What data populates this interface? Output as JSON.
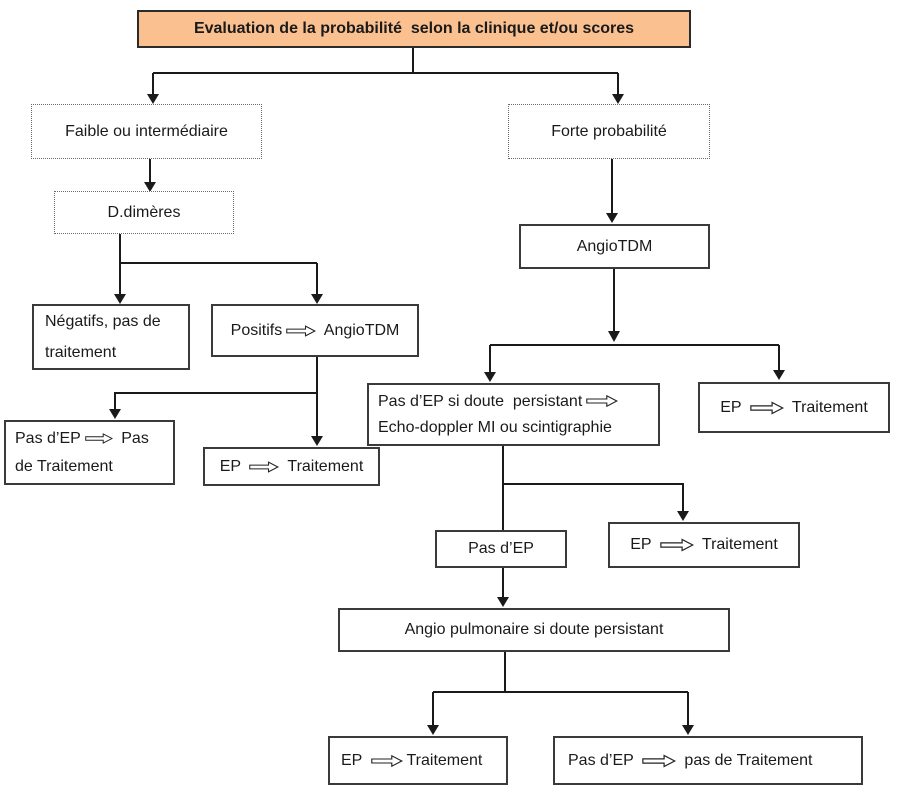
{
  "diagram": {
    "title": "Evaluation de la probabilité  selon la clinique et/ou scores",
    "colors": {
      "title_fill": "#FAC090",
      "box_border": "#3a3a3a",
      "connector": "#1a1a1a"
    },
    "icons": {
      "flow_arrow": "⇨"
    },
    "nodes": {
      "evaluation": {
        "label": "Evaluation de la probabilité  selon la clinique et/ou scores"
      },
      "faible": {
        "label": "Faible ou intermédiaire"
      },
      "forte": {
        "label": "Forte probabilité"
      },
      "ddimeres": {
        "label": "D.dimères"
      },
      "angiotdm": {
        "label": "AngioTDM"
      },
      "negatifs": {
        "line1": "Négatifs, pas de",
        "line2": "traitement"
      },
      "positifs": {
        "pre": "Positifs",
        "post": " AngioTDM"
      },
      "echo": {
        "line1_pre": "Pas d’EP si doute  persistant",
        "line2": "Echo-doppler MI ou scintigraphie"
      },
      "ep_trait_1": {
        "pre": "EP ",
        "post": " Traitement"
      },
      "pasdep_pastrait": {
        "line1_pre": "Pas d’EP",
        "line1_post": " Pas",
        "line2": "de Traitement"
      },
      "ep_trait_2": {
        "pre": "EP ",
        "post": " Traitement"
      },
      "pasdep": {
        "label": "Pas d’EP"
      },
      "ep_trait_3": {
        "pre": "EP ",
        "post": " Traitement"
      },
      "angio_pulm": {
        "label": "Angio pulmonaire si doute persistant"
      },
      "ep_trait_4": {
        "pre": "EP ",
        "post": "Traitement"
      },
      "pasdep_bottom": {
        "pre": "Pas d’EP ",
        "post": " pas de Traitement"
      }
    }
  }
}
